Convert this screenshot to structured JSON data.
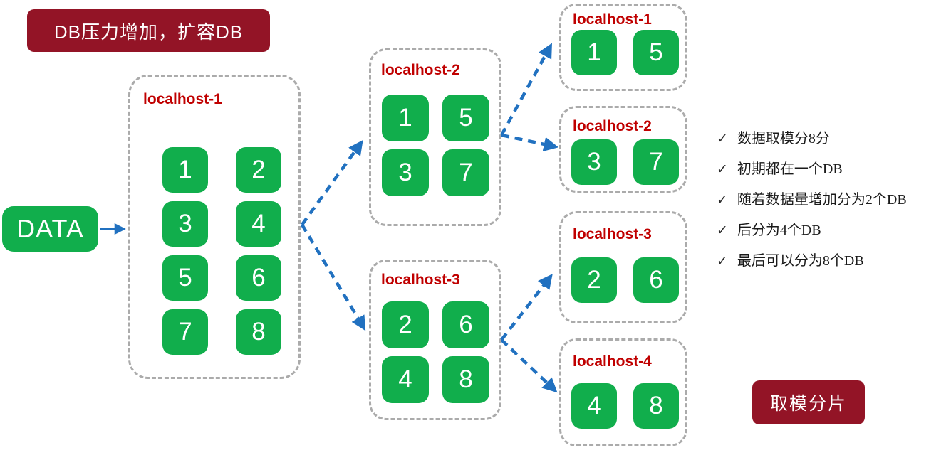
{
  "title_banner": {
    "text": "DB压力增加，扩容DB"
  },
  "footer_banner": {
    "text": "取模分片"
  },
  "data_box": {
    "label": "DATA"
  },
  "groups": {
    "source": {
      "label": "localhost-1",
      "cells": [
        "1",
        "2",
        "3",
        "4",
        "5",
        "6",
        "7",
        "8"
      ]
    },
    "mid_top": {
      "label": "localhost-2",
      "cells": [
        "1",
        "5",
        "3",
        "7"
      ]
    },
    "mid_bottom": {
      "label": "localhost-3",
      "cells": [
        "2",
        "6",
        "4",
        "8"
      ]
    },
    "right_1": {
      "label": "localhost-1",
      "cells": [
        "1",
        "5"
      ]
    },
    "right_2": {
      "label": "localhost-2",
      "cells": [
        "3",
        "7"
      ]
    },
    "right_3": {
      "label": "localhost-3",
      "cells": [
        "2",
        "6"
      ]
    },
    "right_4": {
      "label": "localhost-4",
      "cells": [
        "4",
        "8"
      ]
    }
  },
  "checklist": {
    "marker": "✓",
    "items": [
      "数据取模分8分",
      "初期都在一个DB",
      "随着数据量增加分为2个DB",
      "后分为4个DB",
      "最后可以分为8个DB"
    ]
  },
  "colors": {
    "green": "#11AE4C",
    "dark_red": "#931426",
    "label_red": "#C00000",
    "arrow_blue": "#2171C0",
    "border_gray": "#ABABAB"
  }
}
